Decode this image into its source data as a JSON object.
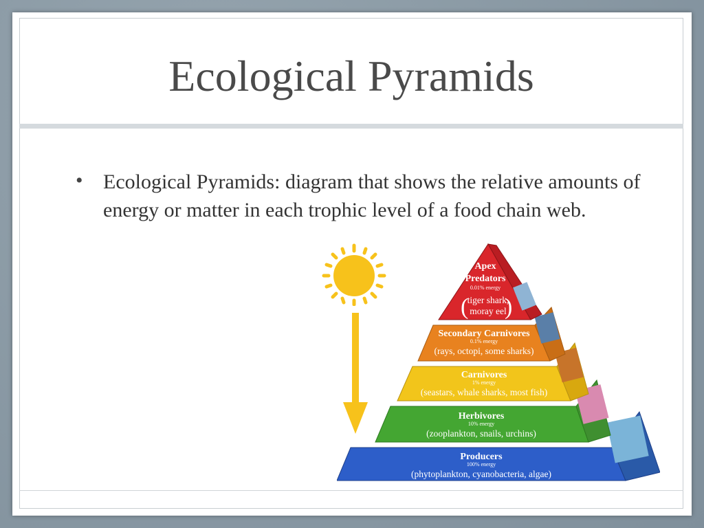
{
  "slide": {
    "title": "Ecological Pyramids",
    "bullet": "Ecological Pyramids: diagram that shows the relative amounts of energy or matter in each trophic level of a food chain web."
  },
  "diagram": {
    "icons": [
      "sun-icon",
      "down-arrow-icon"
    ],
    "colors": {
      "apex": "#d9262b",
      "secondary": "#e8821f",
      "carnivores": "#f2c51b",
      "herbivores": "#44a632",
      "producers": "#2d5ec9",
      "sun": "#f7c21b",
      "arrow": "#f7c21b"
    },
    "levels": [
      {
        "name_line1": "Apex",
        "name_line2": "Predators",
        "energy": "0.01% energy",
        "example_line1": "tiger shark,",
        "example_line2": "moray eel"
      },
      {
        "name": "Secondary Carnivores",
        "energy": "0.1% energy",
        "example": "(rays, octopi, some sharks)"
      },
      {
        "name": "Carnivores",
        "energy": "1% energy",
        "example": "(seastars, whale sharks, most fish)"
      },
      {
        "name": "Herbivores",
        "energy": "10% energy",
        "example": "(zooplankton, snails, urchins)"
      },
      {
        "name": "Producers",
        "energy": "100% energy",
        "example": "(phytoplankton, cyanobacteria, algae)"
      }
    ]
  }
}
